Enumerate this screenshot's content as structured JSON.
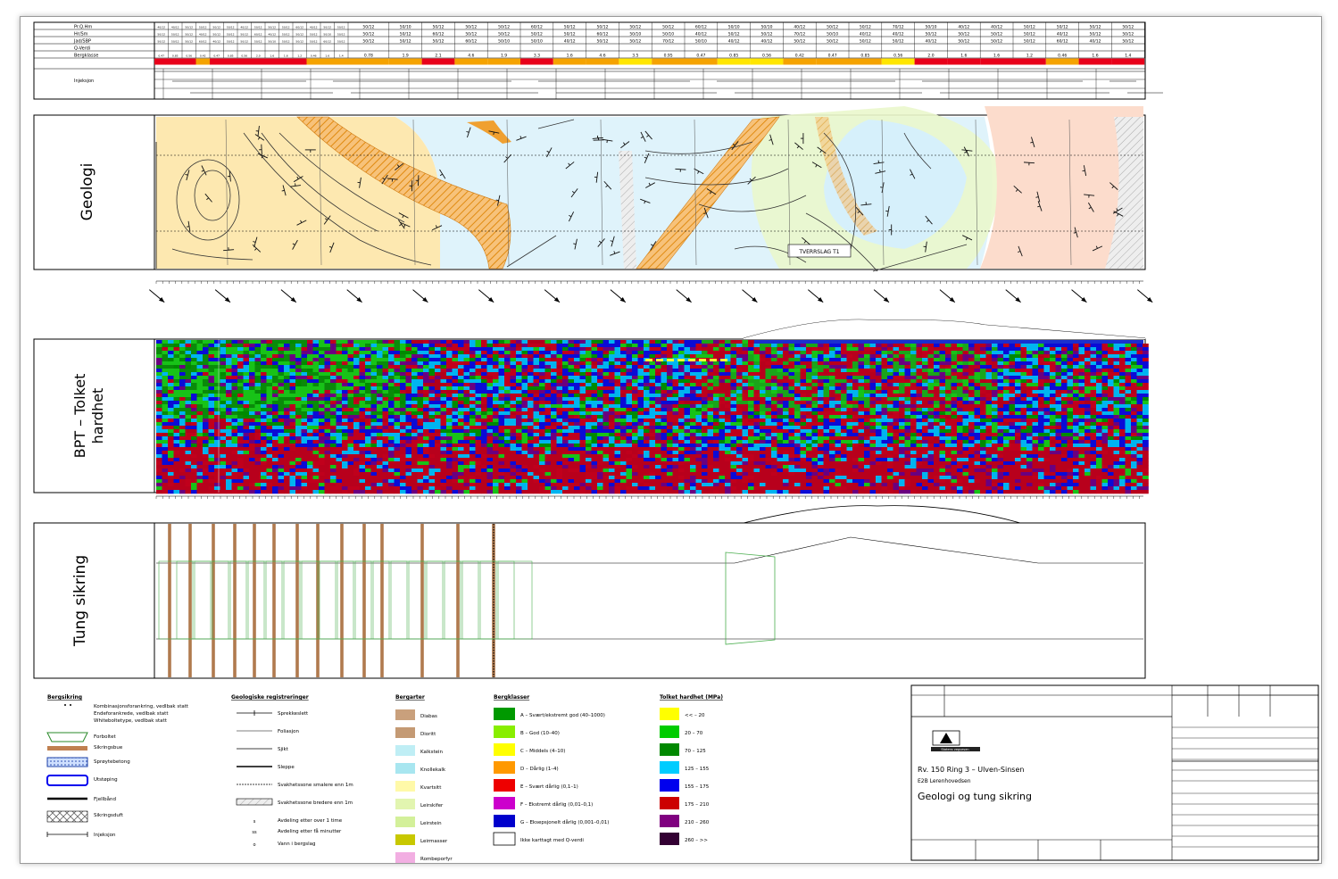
{
  "table": {
    "row_labels": [
      "Pr.Q.Hm",
      "Hr/Sm",
      "Jad/SBP",
      "Q-Verdi",
      "Bergklasse"
    ],
    "top_row_values": [
      "40/12",
      "40/12",
      "50/12",
      "50/12",
      "50/12",
      "50/12",
      "40/12",
      "50/12",
      "50/12",
      "50/12",
      "60/12",
      "40/12",
      "50/12",
      "50/12",
      "50/12",
      "50/10",
      "50/12",
      "50/12",
      "50/12",
      "60/12",
      "50/12",
      "50/12",
      "50/12",
      "50/12",
      "60/12",
      "50/10",
      "50/10",
      "40/12",
      "50/12",
      "50/12",
      "70/12",
      "50/10"
    ],
    "qverdi_values": [
      "0.47",
      "0.85",
      "0.56",
      "0.42",
      "0.47",
      "0.85",
      "0.56",
      "2.0",
      "1.6",
      "1.6",
      "1.2",
      "0.46",
      "1.6",
      "1.4",
      "0.78",
      "1.9",
      "2.1",
      "4.6",
      "1.9",
      "3.3",
      "1.6",
      "4.6",
      "3.5",
      "0.95"
    ],
    "injection_label": "Injeksjon",
    "bergklasse_colors": [
      "#e8001a",
      "#e8001a",
      "#e8001a",
      "#f5a300",
      "#e8001a",
      "#e8001a",
      "#e8001a",
      "#e8001a",
      "#e8001a",
      "#e8001a",
      "#e8001a",
      "#f5a300",
      "#f5a300",
      "#f5a300",
      "#f5a300",
      "#f5a300",
      "#e8001a",
      "#f5a300",
      "#f5a300",
      "#e8001a",
      "#f5a300",
      "#f5a300",
      "#ffe600",
      "#f5a300",
      "#f5a300",
      "#ffe600",
      "#ffe600",
      "#f5a300",
      "#f5a300",
      "#f5a300",
      "#ffe600",
      "#e8001a"
    ]
  },
  "panels": {
    "geologi": {
      "title": "Geologi",
      "label": "TVERRSLAG T1"
    },
    "bpt": {
      "title_line1": "BPT – Tolket",
      "title_line2": "hardhet"
    },
    "tung": {
      "title": "Tung sikring"
    }
  },
  "legend": {
    "col1": {
      "title": "Bergsikring",
      "items": [
        "Kombinasjonsforankring, vedlbak statt",
        "Endeforankrede, vedlbak statt",
        "Whiteboltetype, vedlbak statt",
        "Forboltet",
        "Sikringsbue",
        "Sprøytebetong",
        "Utstøping",
        "Fjellbånd",
        "Sikringsduft",
        "Injeksjon"
      ]
    },
    "col2": {
      "title": "Geologiske registreringer",
      "items": [
        "Sprekkeslett",
        "Foliasjon",
        "Sjikt",
        "Sleppe",
        "Svakhetssone smalere enn 1m",
        "Svakhetssone bredere enn 1m",
        "Avdeling etter over 1 time",
        "Avdeling etter få minutter",
        "Vann i bergslag"
      ]
    },
    "col3": {
      "title": "Bergarter",
      "items": [
        {
          "label": "Diabas",
          "color": "#c9a07c"
        },
        {
          "label": "Dioritt",
          "color": "#c49a74"
        },
        {
          "label": "Kalkstein",
          "color": "#bfeef5"
        },
        {
          "label": "Knollekalk",
          "color": "#a8e6f0"
        },
        {
          "label": "Kvartsitt",
          "color": "#fff9a8"
        },
        {
          "label": "Leirskifer",
          "color": "#e2f5b0"
        },
        {
          "label": "Leirstein",
          "color": "#d3f09a"
        },
        {
          "label": "Leirmasser",
          "color": "#c8c800"
        },
        {
          "label": "Rombeporfyr",
          "color": "#f2aee2"
        }
      ]
    },
    "col4": {
      "title": "Bergklasser",
      "items": [
        {
          "label": "A – Svært/ekstremt god (40–1000)",
          "color": "#009900"
        },
        {
          "label": "B – God (10–40)",
          "color": "#88ee00"
        },
        {
          "label": "C – Middels (4–10)",
          "color": "#ffff00"
        },
        {
          "label": "D – Dårlig (1–4)",
          "color": "#ff9900"
        },
        {
          "label": "E – Svært dårlig (0,1–1)",
          "color": "#ee0000"
        },
        {
          "label": "F – Ekstremt dårlig (0,01–0,1)",
          "color": "#cc00cc"
        },
        {
          "label": "G – Eksepsjonelt dårlig (0,001–0,01)",
          "color": "#0000cc"
        },
        {
          "label": "Ikke karttagt med Q-verdi",
          "color": "#ffffff"
        }
      ]
    },
    "col5": {
      "title": "Tolket hardhet (MPa)",
      "items": [
        {
          "label": "<< – 20",
          "color": "#ffff00"
        },
        {
          "label": "20 – 70",
          "color": "#00cc00"
        },
        {
          "label": "70 – 125",
          "color": "#008800"
        },
        {
          "label": "125 – 155",
          "color": "#00ccff"
        },
        {
          "label": "155 – 175",
          "color": "#0000ee"
        },
        {
          "label": "175 – 210",
          "color": "#cc0000"
        },
        {
          "label": "210 – 260",
          "color": "#800080"
        },
        {
          "label": "260 – >>",
          "color": "#330033"
        }
      ]
    }
  },
  "titleblock": {
    "project_line1": "Rv. 150 Ring 3 – Ulven-Sinsen",
    "project_line2": "E2B Lerenhovedsen",
    "drawing_title": "Geologi og tung sikring",
    "company": "Statens vegvesen"
  },
  "colors": {
    "geo_yellow": "#fde8b0",
    "geo_blue": "#d8f2fb",
    "geo_green": "#e6f6c6",
    "geo_pink": "#fcd9c8",
    "orange_hatch": "#f0a030",
    "brown_bolt": "#b07a4e",
    "green_frame": "#4caf50"
  }
}
